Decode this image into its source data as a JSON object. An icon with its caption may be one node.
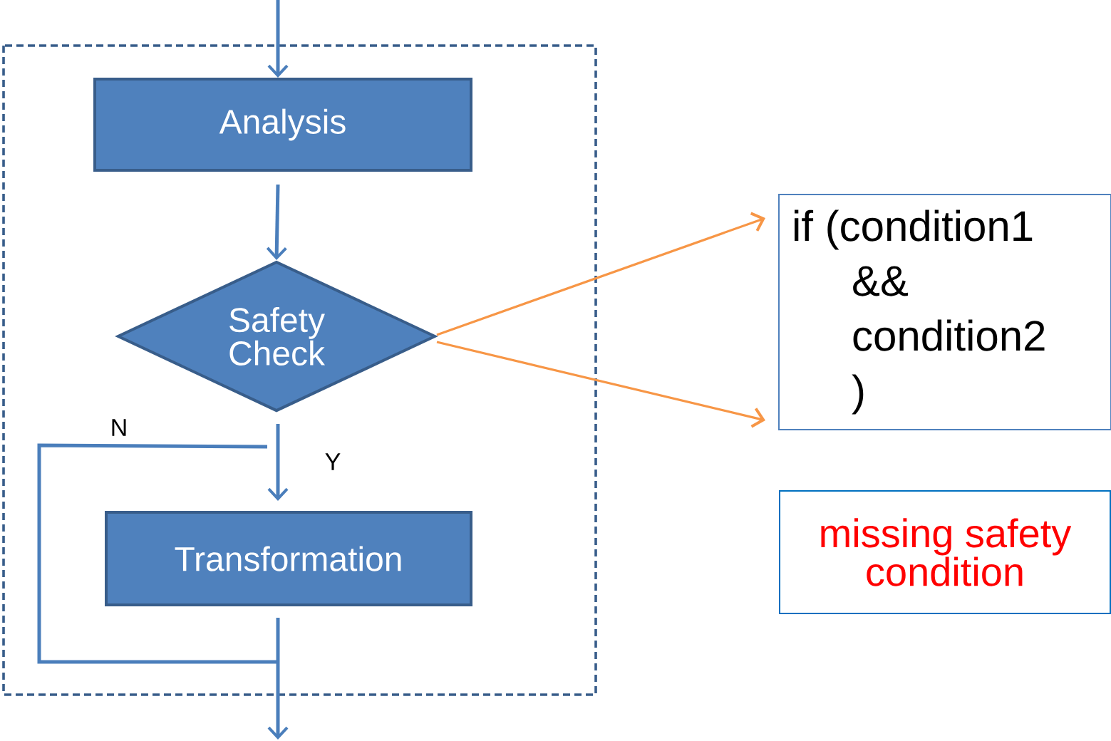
{
  "diagram": {
    "nodes": [
      {
        "text": [
          "Analysis"
        ]
      },
      {
        "text": [
          "Safety Check"
        ]
      },
      {
        "text": [
          "Transformation"
        ]
      },
      {
        "text": [
          "if (condition1 && condition2 )"
        ]
      },
      {
        "text": [
          "missing safety condition"
        ]
      }
    ],
    "edges": [
      {
        "from": null,
        "to": 0,
        "arrow": "to"
      },
      {
        "from": 0,
        "to": 1,
        "arrow": "to"
      },
      {
        "from": 1,
        "to": 2,
        "arrow": "to",
        "label": "Y"
      },
      {
        "from": 1,
        "to": null,
        "arrow": "to",
        "label": "N"
      },
      {
        "from": 2,
        "to": null,
        "arrow": "to"
      },
      {
        "from": 1,
        "to": 3,
        "arrow": "to",
        "color": "#f79646"
      },
      {
        "from": 1,
        "to": 3,
        "arrow": "to",
        "color": "#f79646"
      }
    ]
  }
}
